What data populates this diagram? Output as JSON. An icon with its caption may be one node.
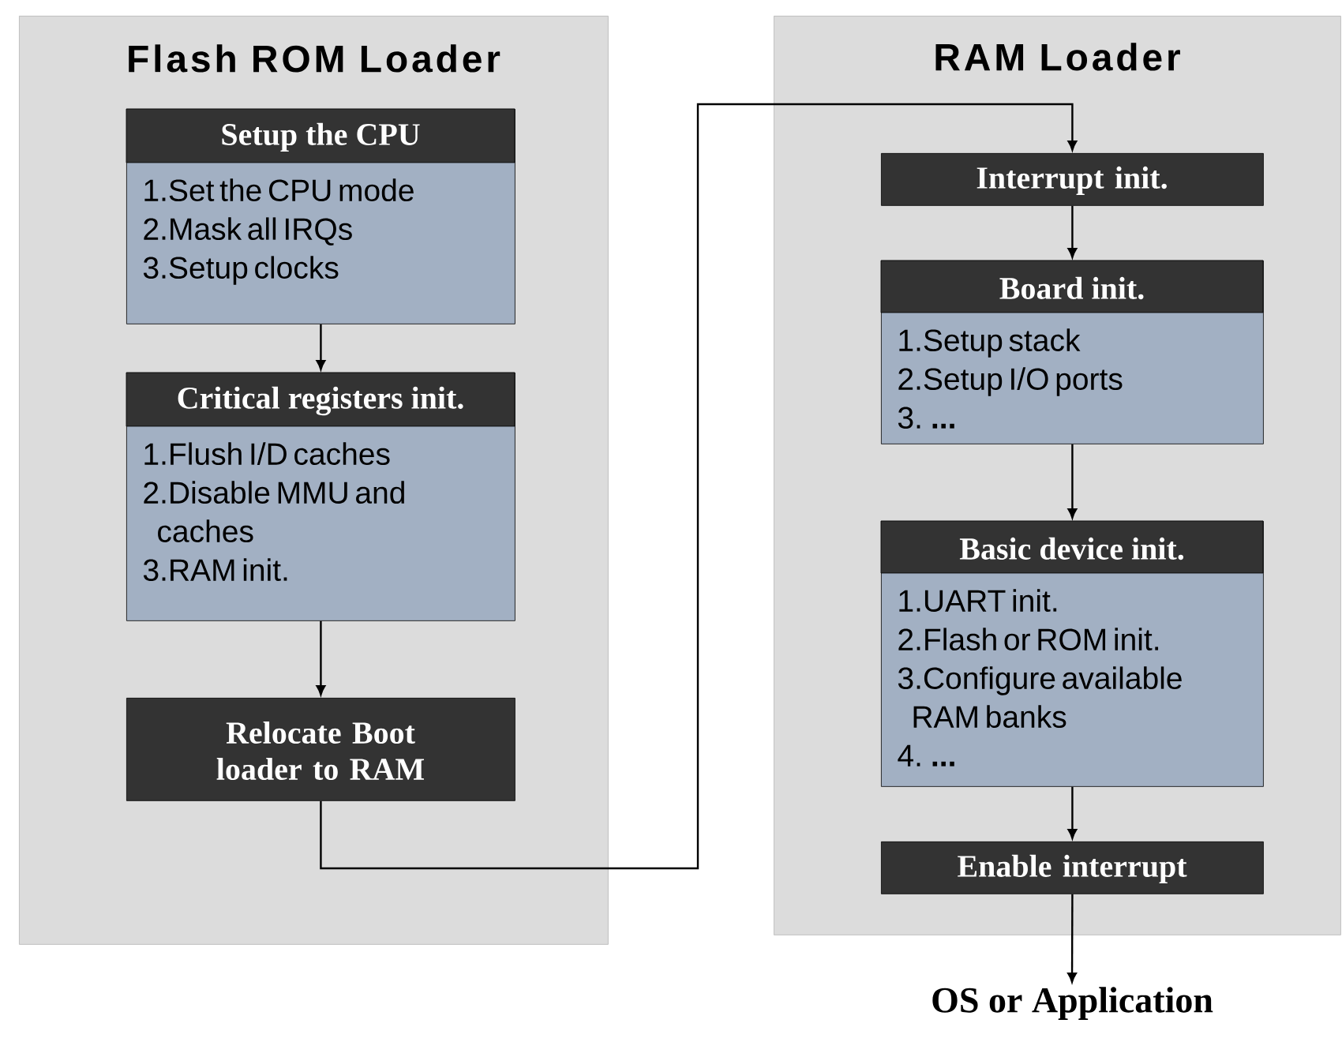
{
  "diagram": {
    "nodes": [
      {
        "text": [
          "Flash ROM Loader"
        ]
      },
      {
        "text": [
          "Setup the CPU",
          "1.Set the CPU mode",
          "2.Mask all IRQs",
          "3.Setup clocks"
        ],
        "in": 0
      },
      {
        "text": [
          "Critical registers init.",
          "1.Flush I/D caches",
          "2.Disable MMU and caches",
          "3.RAM init."
        ],
        "in": 0
      },
      {
        "text": [
          "Relocate Boot loader to RAM"
        ],
        "in": 0
      },
      {
        "text": [
          "RAM Loader"
        ]
      },
      {
        "text": [
          "Interrupt init."
        ],
        "in": 4
      },
      {
        "text": [
          "Board init.",
          "1.Setup stack",
          "2.Setup I/O ports",
          "3. **...**"
        ],
        "in": 4
      },
      {
        "text": [
          "Basic device init.",
          "1.UART init.",
          "2.Flash or ROM init.",
          "3.Configure available RAM banks",
          "4. **...**"
        ],
        "in": 4
      },
      {
        "text": [
          "Enable interrupt"
        ],
        "in": 4
      },
      {
        "text": [
          "OS or Application"
        ]
      }
    ],
    "edges": [
      {
        "from": 1,
        "to": 2,
        "arrow": "to"
      },
      {
        "from": 2,
        "to": 3,
        "arrow": "to"
      },
      {
        "from": 3,
        "to": 5,
        "arrow": "to"
      },
      {
        "from": 5,
        "to": 6,
        "arrow": "to"
      },
      {
        "from": 6,
        "to": 7,
        "arrow": "to"
      },
      {
        "from": 7,
        "to": 8,
        "arrow": "to"
      },
      {
        "from": 8,
        "to": 9,
        "arrow": "to"
      }
    ]
  }
}
